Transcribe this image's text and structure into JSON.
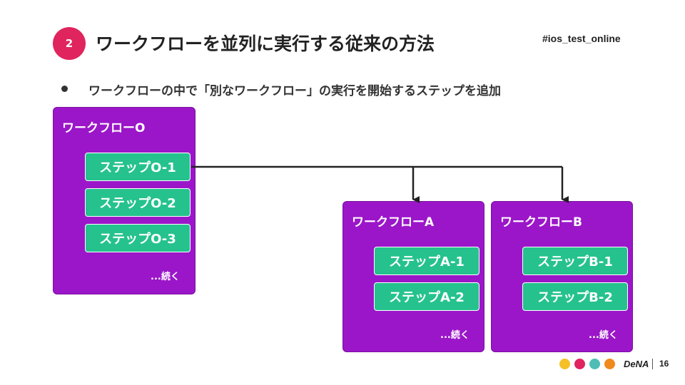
{
  "header": {
    "section_number": "2",
    "title": "ワークフローを並列に実行する従来の方法",
    "hashtag": "#ios_test_online"
  },
  "bullet": {
    "text": "ワークフローの中で「別なワークフロー」の実行を開始するステップを追加"
  },
  "workflows": {
    "o": {
      "title": "ワークフローO",
      "steps": [
        "ステップO-1",
        "ステップO-2",
        "ステップO-3"
      ],
      "more": "...続く"
    },
    "a": {
      "title": "ワークフローA",
      "steps": [
        "ステップA-1",
        "ステップA-2"
      ],
      "more": "...続く"
    },
    "b": {
      "title": "ワークフローB",
      "steps": [
        "ステップB-1",
        "ステップB-2"
      ],
      "more": "...続く"
    }
  },
  "footer": {
    "brand": "DeNA",
    "page_number": "16",
    "dot_colors": [
      "#f5c027",
      "#e0245e",
      "#4dbdb5",
      "#f18a1c"
    ]
  },
  "colors": {
    "workflow_bg": "#9b16c9",
    "step_bg": "#25c28d",
    "accent": "#e0245e"
  }
}
